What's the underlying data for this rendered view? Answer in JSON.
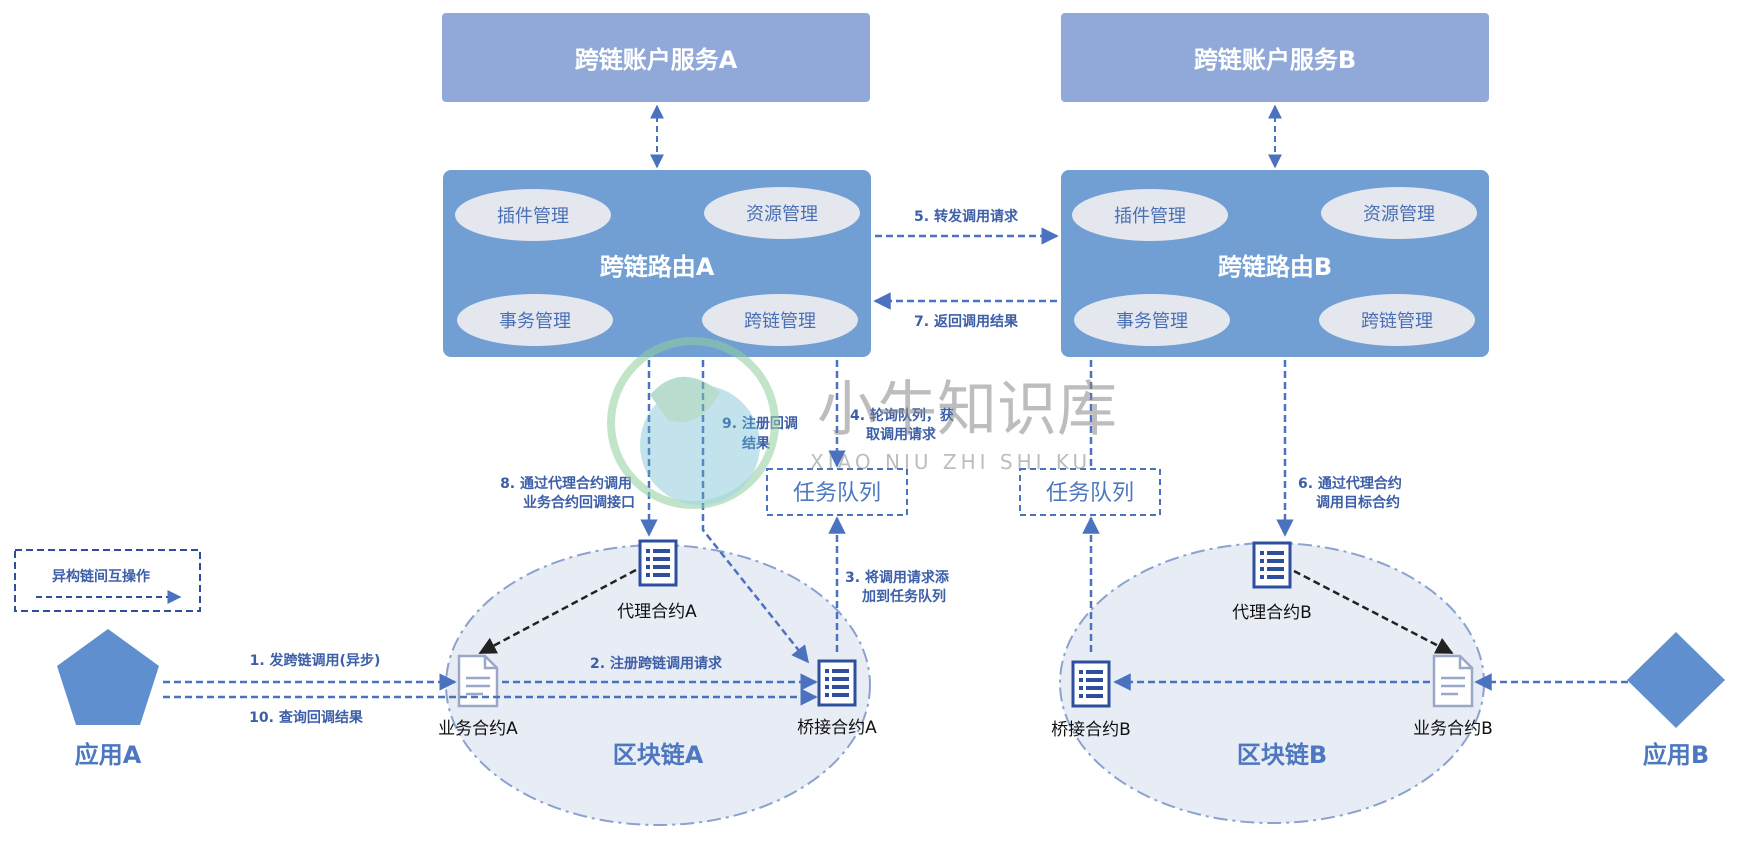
{
  "account_service_a": "跨链账户服务A",
  "account_service_b": "跨链账户服务B",
  "router_a": {
    "title": "跨链路由A",
    "modules": [
      "插件管理",
      "资源管理",
      "事务管理",
      "跨链管理"
    ]
  },
  "router_b": {
    "title": "跨链路由B",
    "modules": [
      "插件管理",
      "资源管理",
      "事务管理",
      "跨链管理"
    ]
  },
  "task_queue_a": "任务队列",
  "task_queue_b": "任务队列",
  "chain_a": {
    "title": "区块链A",
    "proxy": "代理合约A",
    "business": "业务合约A",
    "bridge": "桥接合约A"
  },
  "chain_b": {
    "title": "区块链B",
    "proxy": "代理合约B",
    "business": "业务合约B",
    "bridge": "桥接合约B"
  },
  "app_a": "应用A",
  "app_b": "应用B",
  "legend": "异构链间互操作",
  "steps": {
    "s1": "1. 发跨链调用(异步)",
    "s2": "2. 注册跨链调用请求",
    "s3_l1": "3. 将调用请求添",
    "s3_l2": "加到任务队列",
    "s4_l1": "4. 轮询队列，获",
    "s4_l2": "取调用请求",
    "s5": "5. 转发调用请求",
    "s6_l1": "6. 通过代理合约",
    "s6_l2": "调用目标合约",
    "s7": "7. 返回调用结果",
    "s8_l1": "8. 通过代理合约调用",
    "s8_l2": "业务合约回调接口",
    "s9_l1": "9. 注册回调",
    "s9_l2": "结果",
    "s10": "10. 查询回调结果"
  },
  "watermark": {
    "text": "小牛知识库",
    "sub": "XIAO NIU ZHI SHI KU"
  },
  "colors": {
    "account_box": "#91a9d9",
    "router_box": "#729fd3",
    "oval": "#e4e7ee",
    "chain_fill": "#e8ecf5",
    "arrow": "#4a72bf",
    "dark_arrow": "#222222",
    "text_blue": "#3d5fa8"
  }
}
